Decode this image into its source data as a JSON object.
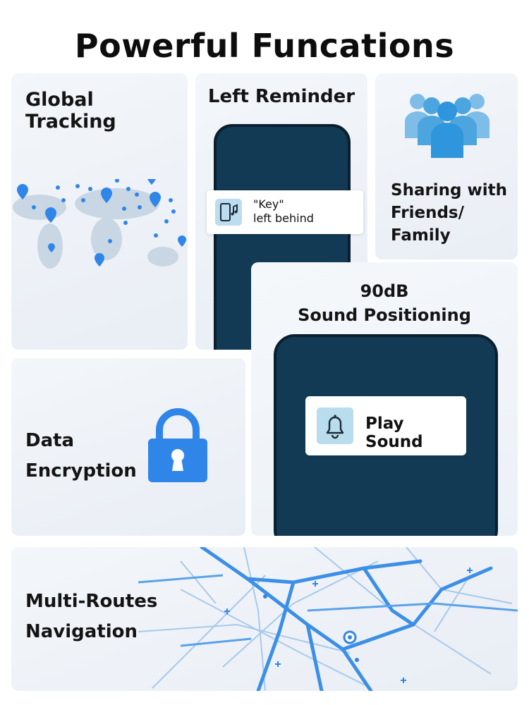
{
  "title": "Powerful Funcations",
  "cards": {
    "global_tracking": {
      "label": "Global Tracking"
    },
    "left_reminder": {
      "label": "Left Reminder",
      "notice_line1": "\"Key\"",
      "notice_line2": "left behind"
    },
    "sharing": {
      "label": "Sharing with Friends/ Family"
    },
    "sound": {
      "line1": "90dB",
      "line2": "Sound Positioning",
      "button_label": "Play Sound"
    },
    "encryption": {
      "line1": "Data",
      "line2": "Encryption"
    },
    "routes": {
      "line1": "Multi-Routes",
      "line2": "Navigation"
    }
  },
  "colors": {
    "accent_blue": "#2f86e8",
    "phone_screen": "#123a55",
    "icon_bg": "#b9dcee",
    "card_bg": "#edf1f6"
  },
  "icons": [
    "map-pin-icon",
    "phone-music-icon",
    "people-group-icon",
    "bell-icon",
    "lock-icon",
    "route-map-icon"
  ]
}
